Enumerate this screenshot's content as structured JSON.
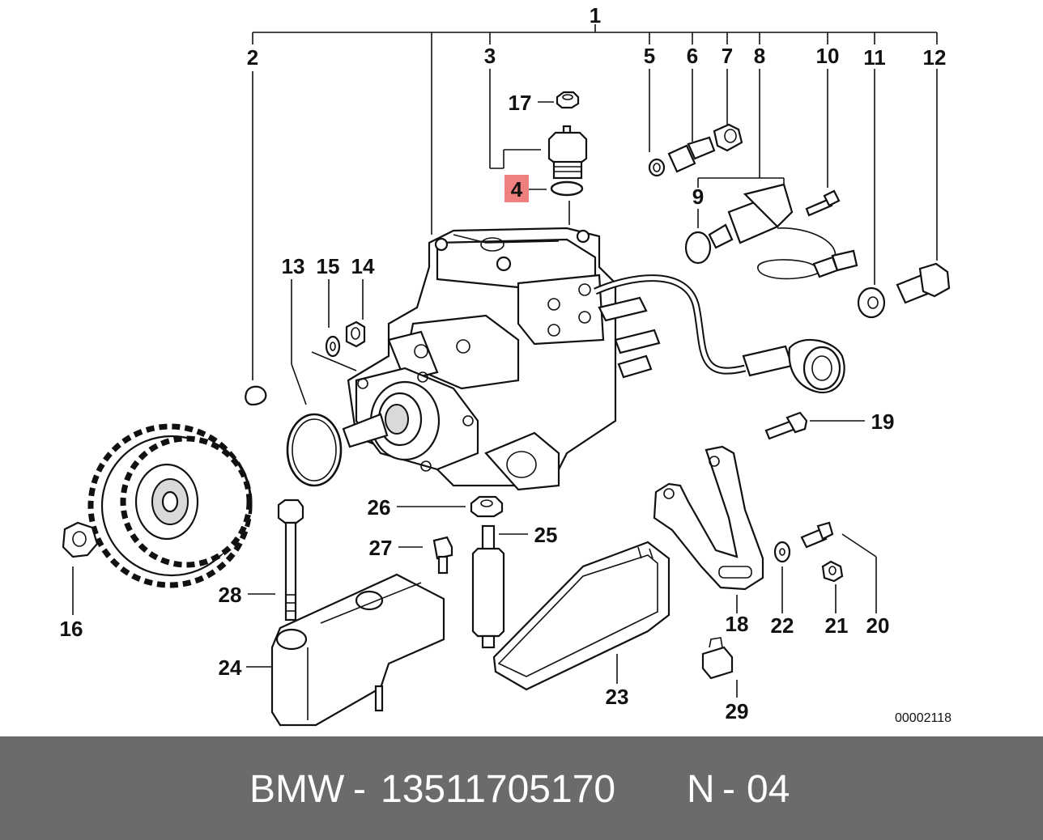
{
  "diagram": {
    "parts": [
      "1",
      "2",
      "3",
      "4",
      "5",
      "6",
      "7",
      "8",
      "9",
      "10",
      "11",
      "12",
      "13",
      "14",
      "15",
      "16",
      "17",
      "18",
      "19",
      "20",
      "21",
      "22",
      "23",
      "24",
      "25",
      "26",
      "27",
      "28",
      "29"
    ],
    "highlight_part": "4",
    "highlight_color": "#f08080",
    "reference_number": "00002118"
  },
  "footer": {
    "brand": "BMW",
    "separator": "-",
    "part_number": "13511705170",
    "position_prefix": "N",
    "position_separator": "-",
    "position_number": "04",
    "background_color": "#6b6b6b"
  }
}
